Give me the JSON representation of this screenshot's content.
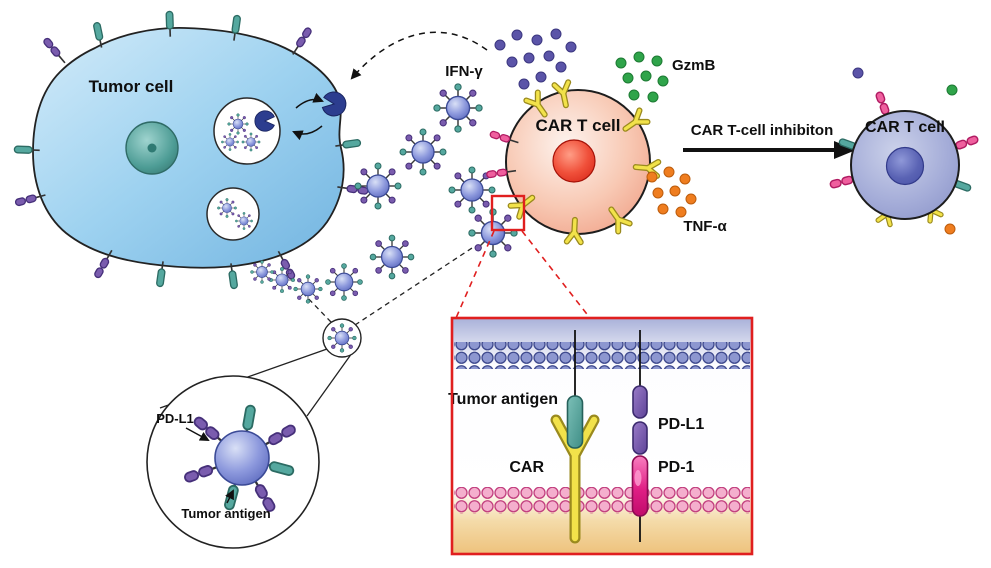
{
  "diagram": {
    "labels": {
      "tumor_cell": "Tumor cell",
      "ifn_gamma": "IFN-γ",
      "car_t_cell": "CAR T cell",
      "gzmb": "GzmB",
      "inhibition": "CAR T-cell inhibiton",
      "tnf_alpha": "TNF-α",
      "car_t_cell_inhibited": "CAR T cell"
    },
    "inset_box": {
      "tumor_antigen": "Tumor antigen",
      "car": "CAR",
      "pd_l1": "PD-L1",
      "pd_1": "PD-1"
    },
    "exosome_inset": {
      "pd_l1": "PD-L1",
      "tumor_antigen": "Tumor antigen"
    },
    "colors": {
      "tumor_cell": "#8fc6e9",
      "tumor_nucleus": "#4a9a94",
      "car_t_cell": "#f2a488",
      "car_t_nucleus": "#e23a24",
      "inhibited_cell": "#9aa3d3",
      "ifn_gamma_dots": "#5b54a8",
      "gzmb_dots": "#2fa44a",
      "tnf_alpha_dots": "#ef7d1f",
      "car_receptor": "#f2e24a",
      "tumor_antigen_rod": "#4f9f97",
      "pd_l1_rod": "#6b4f9b",
      "pd_1_rod": "#e01f85",
      "highlight_box": "#e01f1f"
    }
  }
}
